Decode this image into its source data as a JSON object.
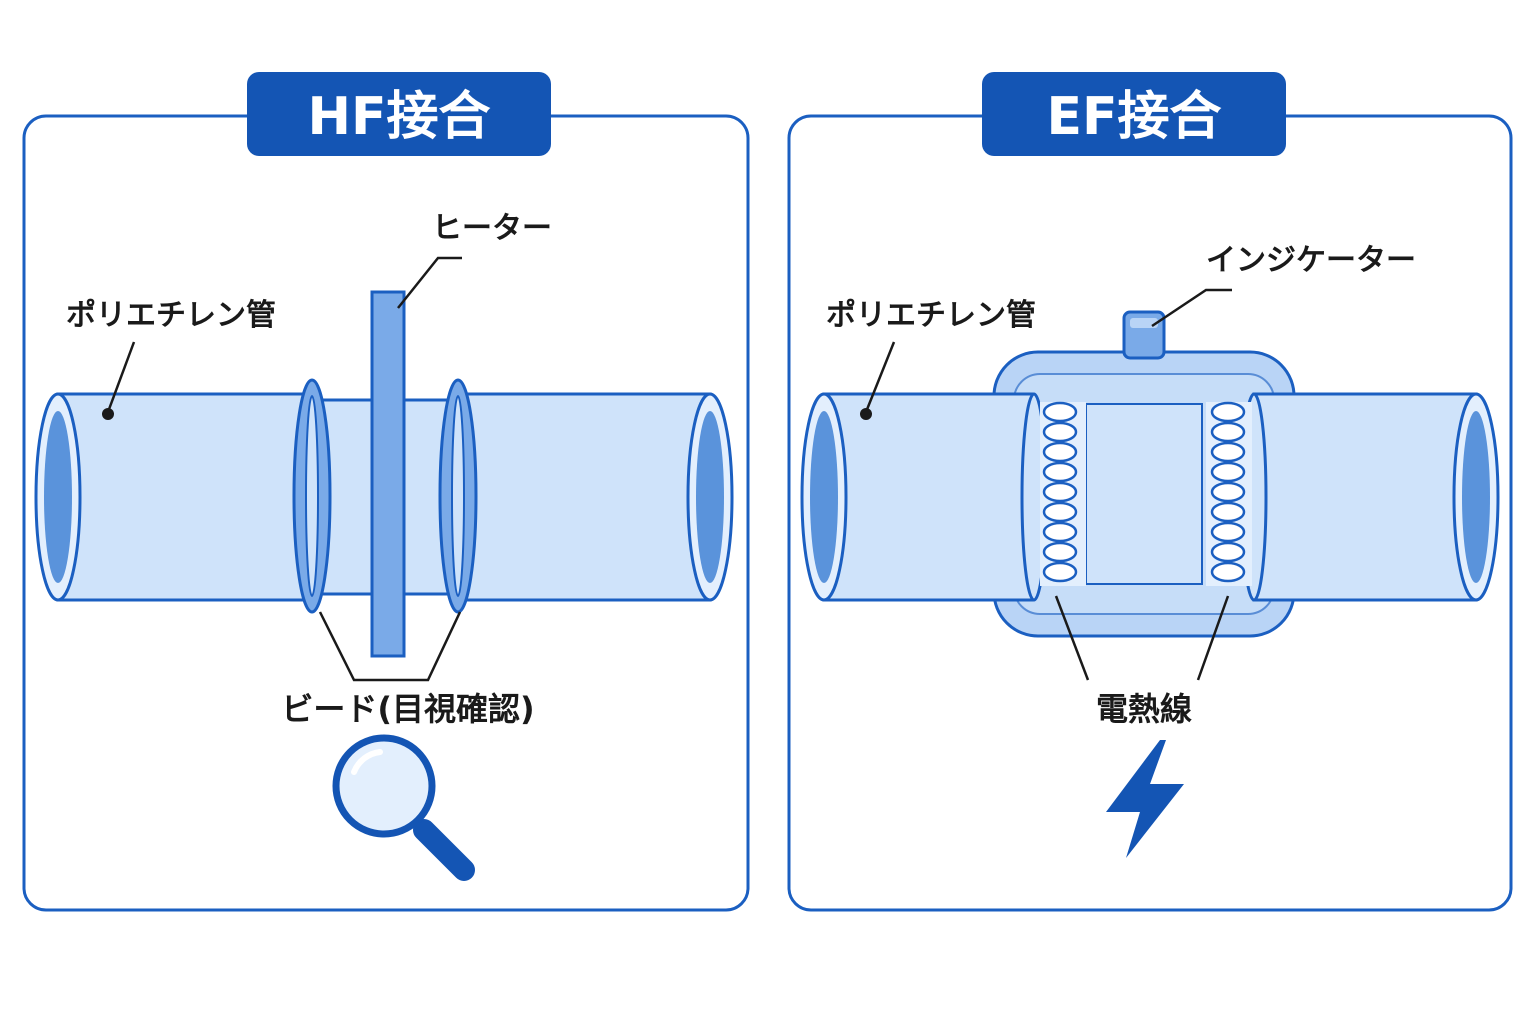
{
  "colors": {
    "accent": "#1455b4",
    "stroke": "#1b5fc1",
    "pipe_fill": "#cfe3fa",
    "pipe_light": "#e3effd",
    "pipe_inner": "#5a93db",
    "bead_fill": "#7aaae8",
    "fitting_fill": "#b9d4f6"
  },
  "hf": {
    "title": "HF接合",
    "pipe_label": "ポリエチレン管",
    "heater_label": "ヒーター",
    "bead_label": "ビード(目視確認)",
    "icon": "magnifier-icon"
  },
  "ef": {
    "title": "EF接合",
    "pipe_label": "ポリエチレン管",
    "indicator_label": "インジケーター",
    "wire_label": "電熱線",
    "icon": "lightning-icon"
  }
}
